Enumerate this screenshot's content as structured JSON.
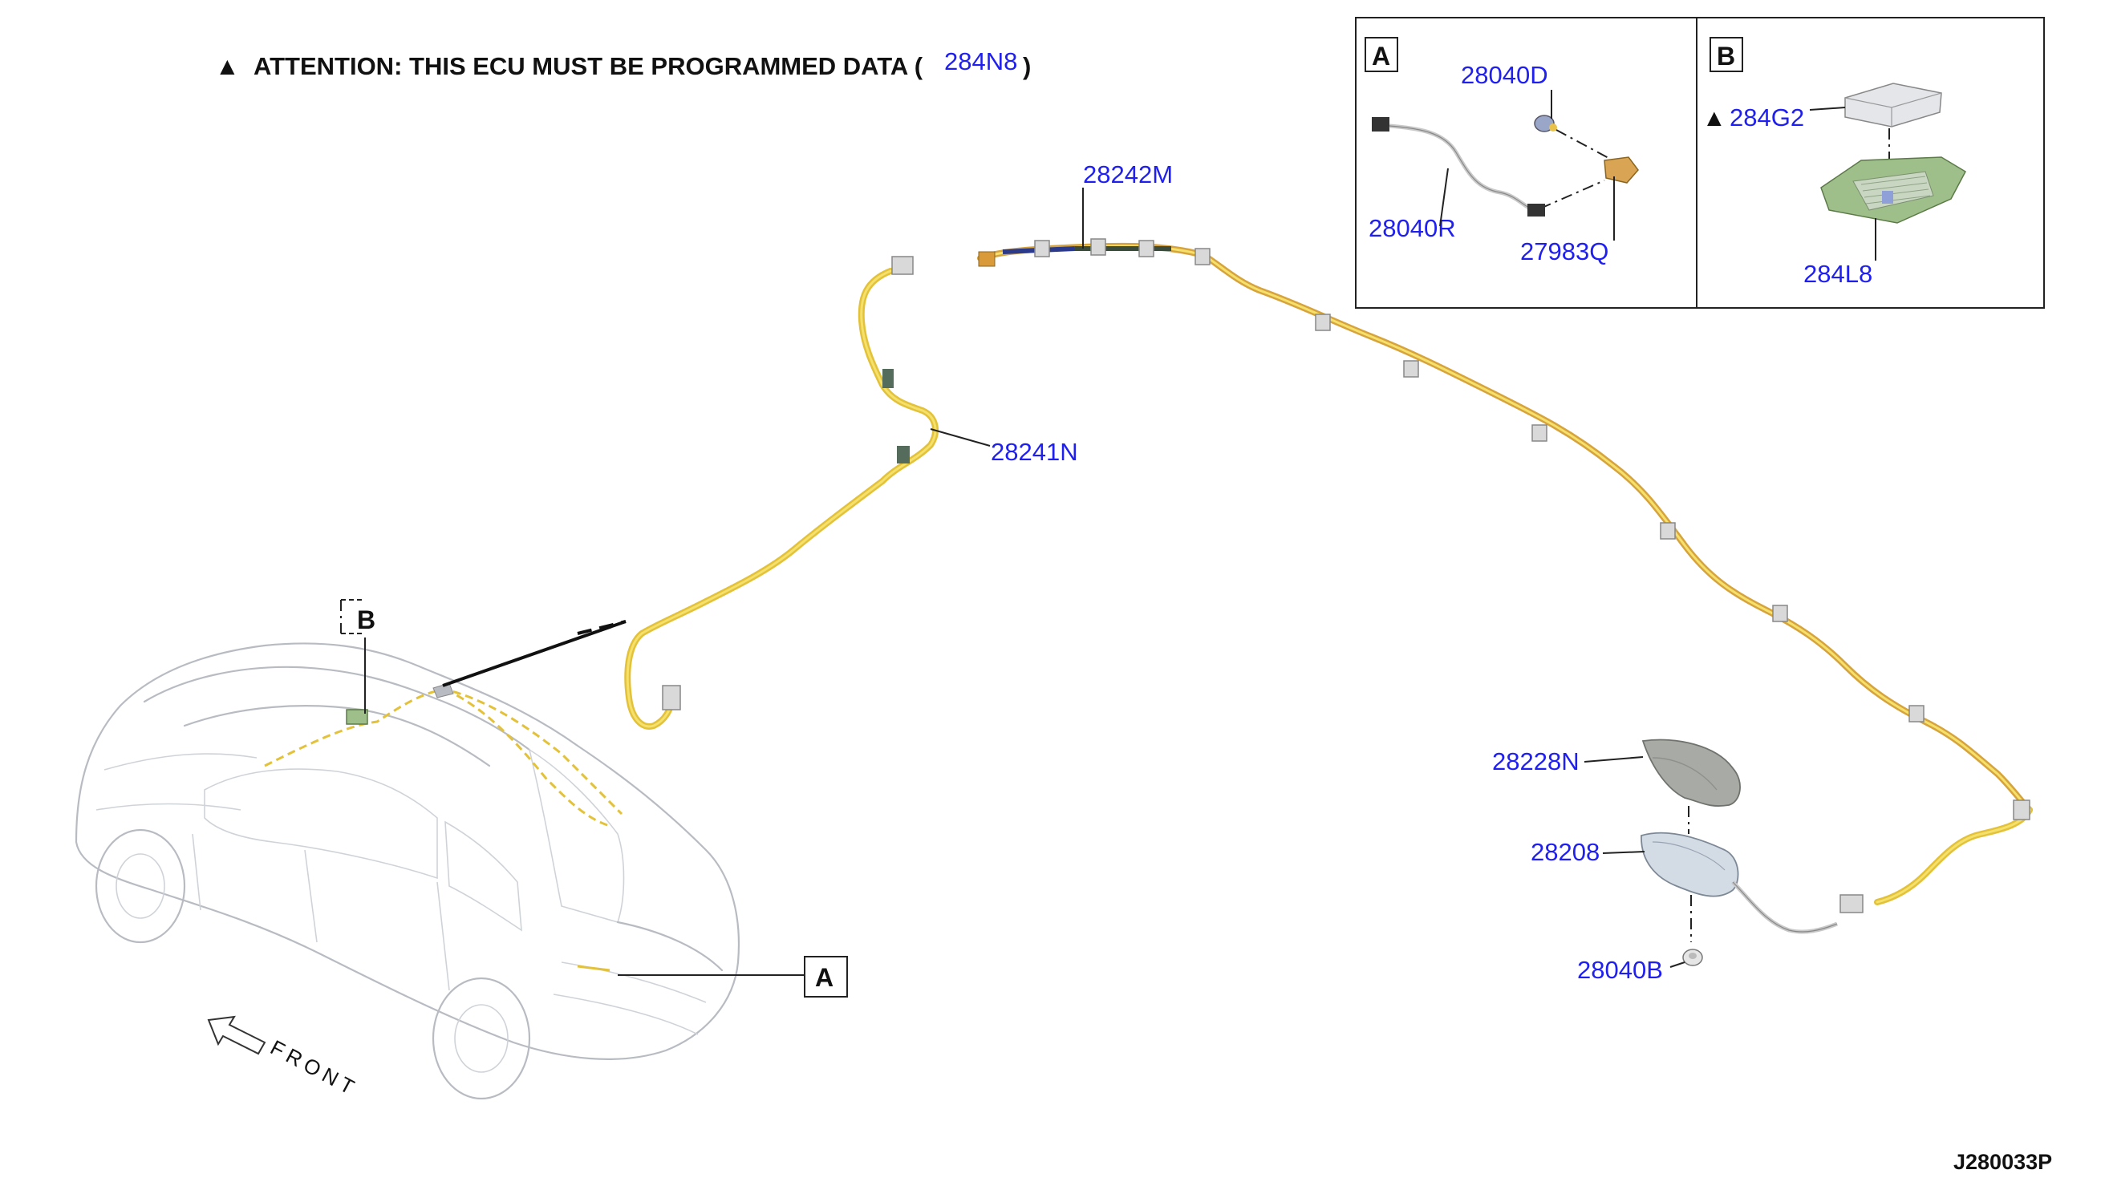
{
  "attention": {
    "symbol": "▲",
    "text": "ATTENTION: THIS ECU MUST BE PROGRAMMED DATA (",
    "part": "284N8",
    "close": ")"
  },
  "main_labels": {
    "p28242M": "28242M",
    "p28241N": "28241N",
    "p28228N": "28228N",
    "p28208": "28208",
    "p28040B": "28040B"
  },
  "detail_a": {
    "letter": "A",
    "p28040D": "28040D",
    "p28040R": "28040R",
    "p27983Q": "27983Q"
  },
  "detail_b": {
    "letter": "B",
    "triangle": "▲",
    "p284G2": "284G2",
    "p284L8": "284L8"
  },
  "callouts": {
    "b": "B",
    "a": "A"
  },
  "front_label": "FRONT",
  "figure_id": "J280033P",
  "colors": {
    "label_blue": "#1f1ff0",
    "harness_yellow": "#e3c23a",
    "harness_orange": "#d7a33c"
  }
}
